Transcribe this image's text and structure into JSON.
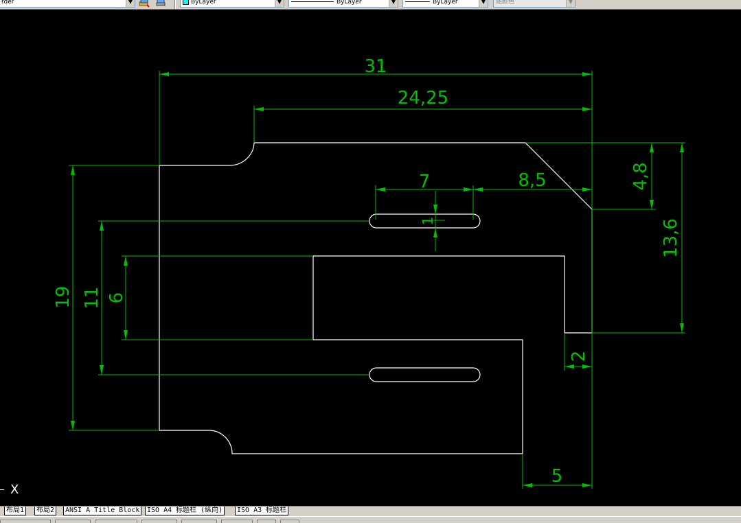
{
  "toolbar": {
    "layer_combo_text": "rder",
    "color_combo_text": "ByLayer",
    "linetype_combo_text": "ByLayer",
    "lineweight_combo_text": "ByLayer",
    "plotstyle_combo_text": "随颜色",
    "dropdown_arrow": "▼"
  },
  "drawing": {
    "colors": {
      "background": "#000000",
      "geometry": "#ffffff",
      "dimension": "#00c000"
    },
    "dimensions": {
      "d31": "31",
      "d24_25": "24,25",
      "d7": "7",
      "d8_5": "8,5",
      "d1": "1",
      "d4_8": "4,8",
      "d13_6": "13,6",
      "d19": "19",
      "d11": "11",
      "d6": "6",
      "d2": "2",
      "d5": "5"
    }
  },
  "ucs": {
    "x_label": "X"
  },
  "layout_tabs": [
    {
      "label": "布局1"
    },
    {
      "label": "布局2"
    },
    {
      "label": "ANSI A Title Block"
    },
    {
      "label": "ISO A4 标题栏 (纵向)"
    },
    {
      "label": "ISO A3 标题栏"
    }
  ]
}
